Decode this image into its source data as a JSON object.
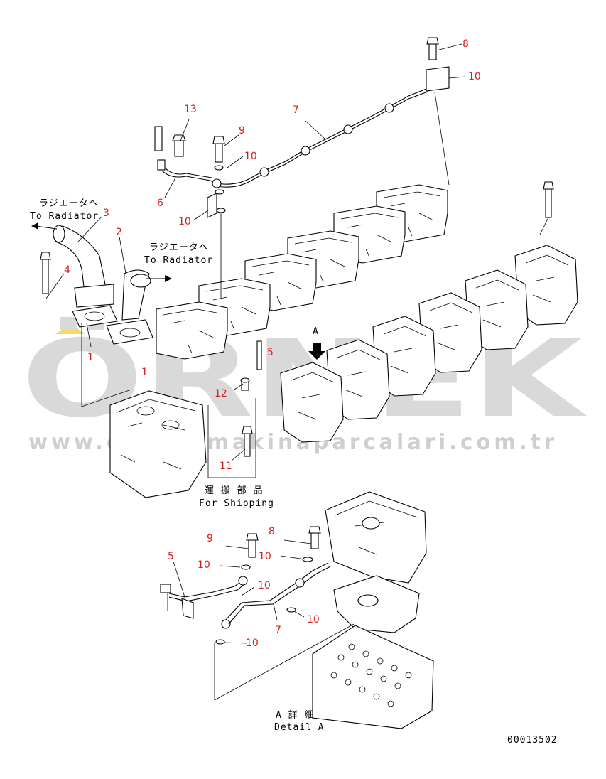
{
  "watermark": {
    "brand": "ÖRNEK",
    "url": "www.orneksmakinaparcalari.com.tr",
    "accent_color": "#f2c200",
    "gray_color": "#d9d9d9"
  },
  "labels": {
    "to_radiator_jp_1": "ラジエータへ",
    "to_radiator_en_1": "To Radiator",
    "to_radiator_jp_2": "ラジエータへ",
    "to_radiator_en_2": "To Radiator",
    "for_shipping_jp": "運 搬 部 品",
    "for_shipping_en": "For Shipping",
    "detail_jp": "A 詳 細",
    "detail_en": "Detail A",
    "view_a": "A",
    "drawing_number": "00013502"
  },
  "callouts": {
    "c8_top": "8",
    "c10_top": "10",
    "c7_top": "7",
    "c13": "13",
    "c9_top": "9",
    "c10_mid": "10",
    "c6": "6",
    "c10_left": "10",
    "c3": "3",
    "c2": "2",
    "c4": "4",
    "c1_a": "1",
    "c1_b": "1",
    "c5_top": "5",
    "c12": "12",
    "c11": "11",
    "c9_det": "9",
    "c8_det": "8",
    "c10_det_a": "10",
    "c5_det": "5",
    "c10_det_b": "10",
    "c10_det_c": "10",
    "c7_det": "7",
    "c10_det_d": "10",
    "c10_det_e": "10"
  }
}
